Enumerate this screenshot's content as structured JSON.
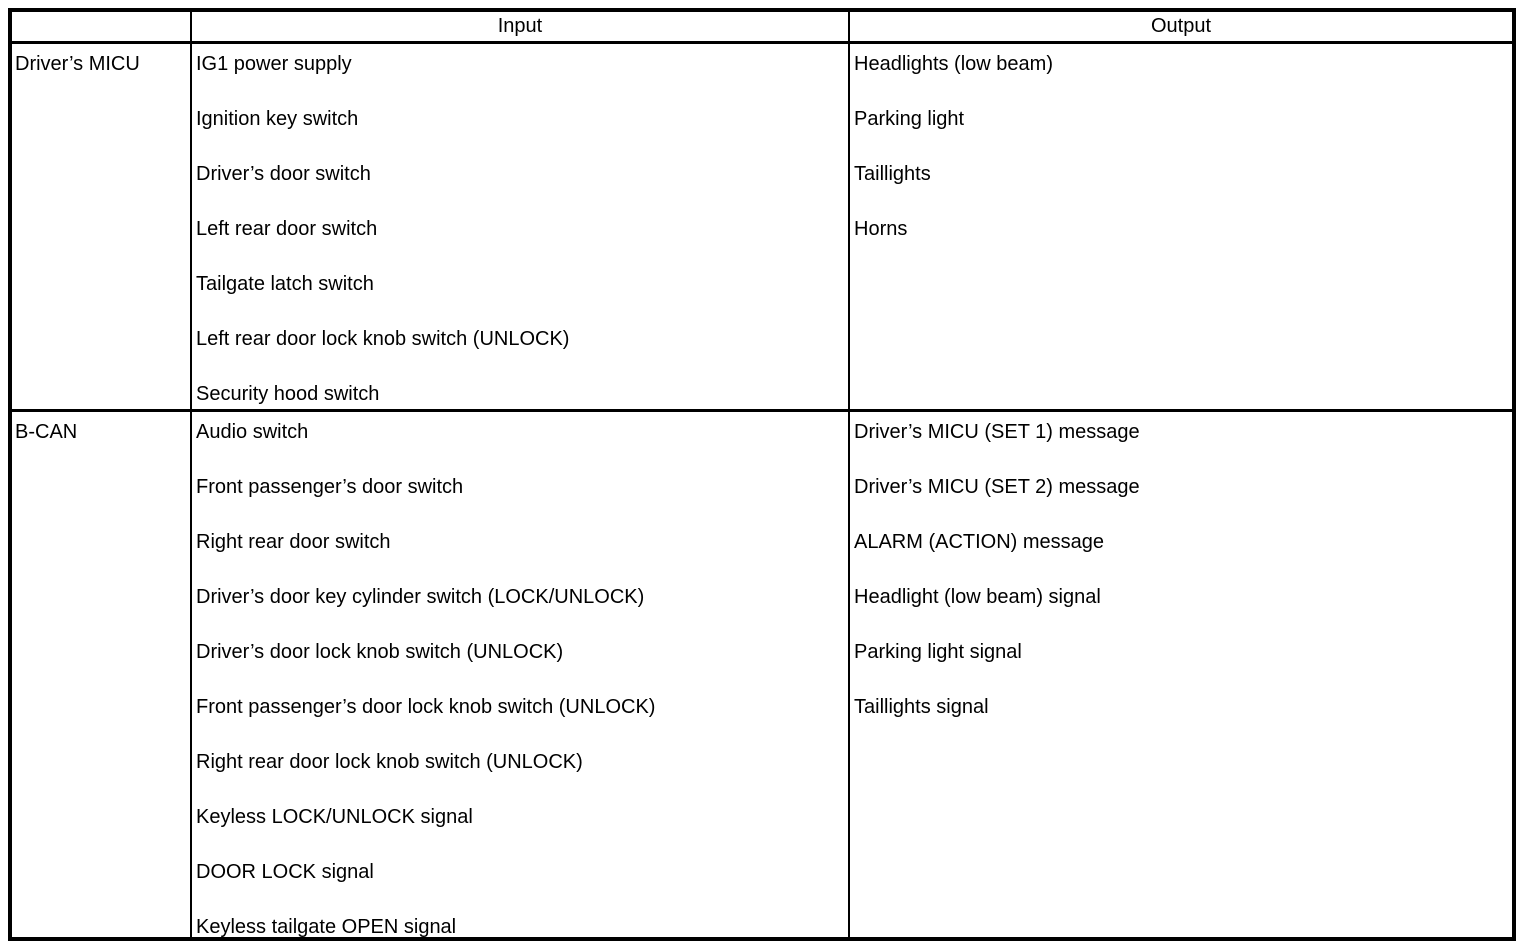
{
  "colors": {
    "background": "#ffffff",
    "border": "#000000",
    "text": "#000000"
  },
  "table": {
    "header": {
      "corner": "",
      "input": "Input",
      "output": "Output"
    },
    "rows": [
      {
        "label": "Driver’s MICU",
        "inputs": [
          "IG1 power supply",
          "Ignition key switch",
          "Driver’s door switch",
          "Left rear door switch",
          "Tailgate latch switch",
          "Left rear door lock knob switch (UNLOCK)",
          "Security hood switch"
        ],
        "outputs": [
          "Headlights (low beam)",
          "Parking light",
          "Taillights",
          "Horns"
        ]
      },
      {
        "label": "B-CAN",
        "inputs": [
          "Audio switch",
          "Front passenger’s door switch",
          "Right rear door switch",
          "Driver’s door key cylinder switch (LOCK/UNLOCK)",
          "Driver’s door lock knob switch (UNLOCK)",
          "Front passenger’s door lock knob switch (UNLOCK)",
          "Right rear door lock knob switch (UNLOCK)",
          "Keyless LOCK/UNLOCK signal",
          "DOOR LOCK signal",
          "Keyless tailgate OPEN signal"
        ],
        "outputs": [
          "Driver’s MICU (SET 1) message",
          "Driver’s MICU (SET 2) message",
          "ALARM (ACTION) message",
          "Headlight (low beam) signal",
          "Parking light signal",
          "Taillights signal"
        ]
      }
    ]
  }
}
